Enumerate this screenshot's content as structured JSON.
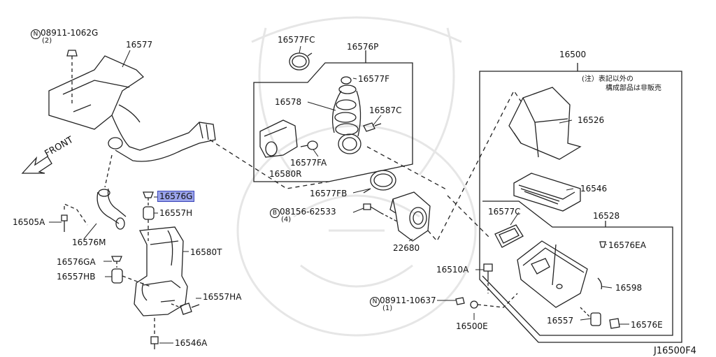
{
  "diagram": {
    "front_label": "FRONT",
    "footer_code": "J16500F4",
    "note_line1": "(注）表記以外の",
    "note_line2": "構成部品は非販売",
    "highlight_color": "#9aa3ea",
    "part_labels": {
      "p08911_1062g": "08911-1062G",
      "p08911_1062g_qty": "(2)",
      "p16577": "16577",
      "p16505a": "16505A",
      "p16576m": "16576M",
      "p16576g": "16576G",
      "p16557h": "16557H",
      "p16580t": "16580T",
      "p16576ga": "16576GA",
      "p16557hb": "16557HB",
      "p16557ha": "16557HA",
      "p16546a": "16546A",
      "p16577fc": "16577FC",
      "p16576p": "16576P",
      "p16577f": "16577F",
      "p16578": "16578",
      "p16587c": "16587C",
      "p16577fa": "16577FA",
      "p16580r": "16580R",
      "p16577fb": "16577FB",
      "p08156_62533": "08156-62533",
      "p08156_62533_qty": "(4)",
      "p22680": "22680",
      "p16500": "16500",
      "p16526": "16526",
      "p16546": "16546",
      "p16528": "16528",
      "p16577c": "16577C",
      "p16576ea": "16576EA",
      "p16510a": "16510A",
      "p16598": "16598",
      "p08911_10637": "08911-10637",
      "p08911_10637_qty": "(1)",
      "p16500e": "16500E",
      "p16557": "16557",
      "p16576e": "16576E"
    },
    "prefix_n": "N",
    "prefix_b": "B"
  }
}
